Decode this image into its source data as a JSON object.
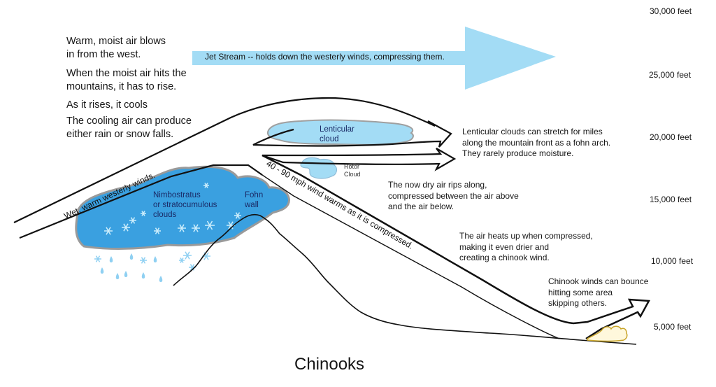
{
  "title": "Chinooks",
  "intro": [
    {
      "lines": [
        "Warm, moist air blows",
        "in from the west."
      ]
    },
    {
      "lines": [
        "When the moist air hits the",
        "mountains, it has to rise."
      ]
    },
    {
      "lines": [
        "As it rises, it cools"
      ]
    },
    {
      "lines": [
        "The cooling air can produce",
        "either rain or snow falls."
      ]
    }
  ],
  "jet_stream": {
    "label": "Jet Stream -- holds down the westerly winds, compressing them.",
    "color": "#a3dcf5"
  },
  "altitudes": [
    "30,000 feet",
    "25,000 feet",
    "20,000 feet",
    "15,000 feet",
    "10,000 feet",
    "5,000 feet"
  ],
  "wind_labels": {
    "windward": "Wet, warm westerly winds.",
    "leeward": "40 - 90 mph wind warms as it is compressed."
  },
  "clouds": {
    "nimbostratus": [
      "Nimbostratus",
      "or stratocumulous",
      "clouds"
    ],
    "fohn_wall": [
      "Fohn",
      "wall"
    ],
    "lenticular": [
      "Lenticular",
      "cloud"
    ],
    "rotor": [
      "Rotor",
      "Cloud"
    ],
    "storm_color": "#3aa0e0",
    "light_color": "#a3dcf5",
    "outline_color": "#9a9a9a"
  },
  "notes": {
    "lenticular": [
      "Lenticular clouds can stretch for miles",
      "along the mountain front as a fohn arch.",
      "They rarely produce moisture."
    ],
    "dry_air": [
      "The now dry air rips along,",
      "compressed between the air above",
      "and the air below."
    ],
    "heats_up": [
      "The air heats up when compressed,",
      "making it even drier and",
      "creating a chinook wind."
    ],
    "bounce": [
      "Chinook winds can bounce",
      "hitting some area",
      "skipping others."
    ]
  },
  "town_color": "#c9a52a"
}
